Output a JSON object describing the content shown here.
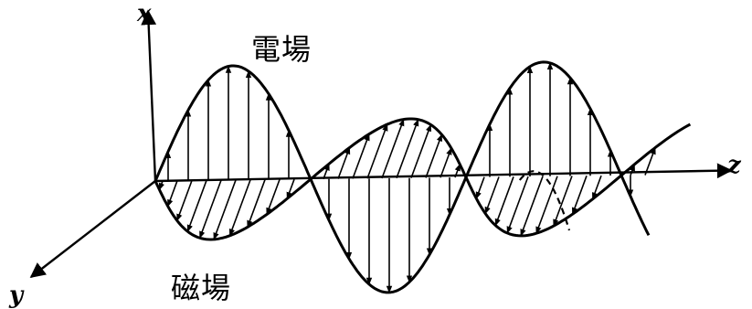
{
  "axes": {
    "x": "x",
    "y": "y",
    "z": "z"
  },
  "labels": {
    "electric_field": "電場",
    "magnetic_field": "磁場"
  },
  "colors": {
    "ink": "#000000",
    "background": "#ffffff"
  }
}
